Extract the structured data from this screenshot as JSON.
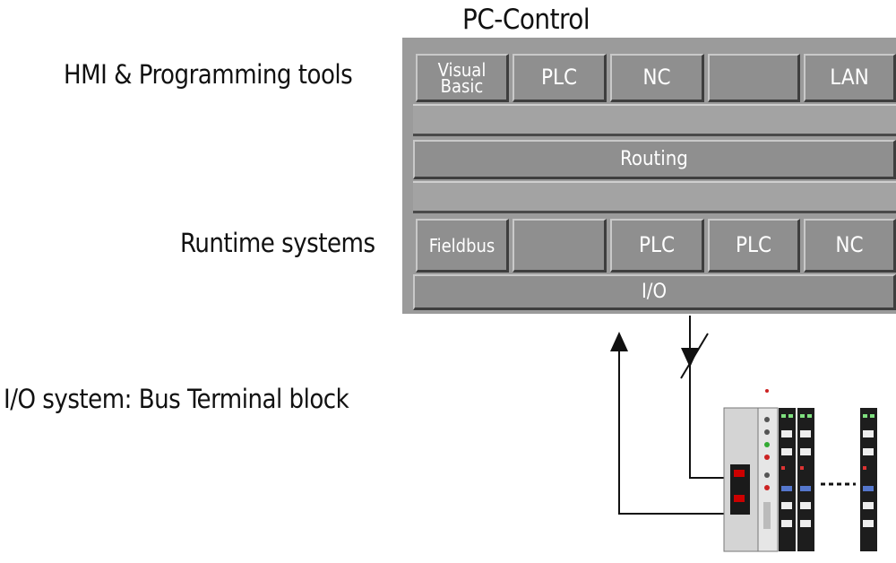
{
  "title": "PC-Control",
  "left_labels": {
    "hmi": "HMI & Programming tools",
    "runtime": "Runtime systems",
    "io": "I/O system: Bus Terminal block"
  },
  "hmi_row": [
    "Visual Basic",
    "PLC",
    "NC",
    "",
    "LAN"
  ],
  "routing": "Routing",
  "runtime_row": [
    "Fieldbus",
    "",
    "PLC",
    "PLC",
    "NC"
  ],
  "io_bar": "I/O",
  "colors": {
    "panel": "#9b9b9b",
    "cell": "#8f8f8f",
    "text": "#ffffff"
  }
}
